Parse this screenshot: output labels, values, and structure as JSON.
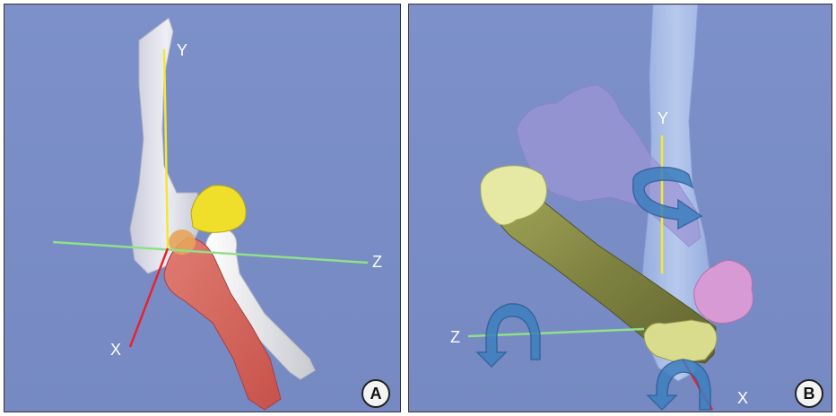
{
  "panels": [
    {
      "id": "A",
      "badge": "A",
      "axes": {
        "x": "X",
        "y": "Y",
        "z": "Z"
      },
      "colors": {
        "background": "#7b8fc8",
        "humerus": "#d9dbe6",
        "radius": "#d9665c",
        "ulna": "#e6e6ea",
        "carpal": "#f0df2a",
        "axis_x": "#e8232f",
        "axis_y": "#f2e833",
        "axis_z": "#8fe08a"
      }
    },
    {
      "id": "B",
      "badge": "B",
      "axes": {
        "x": "X",
        "y": "Y",
        "z": "Z"
      },
      "colors": {
        "background": "#7b8fc8",
        "bone_main": "#8a8f4a",
        "bone_end": "#e6e9a4",
        "ghost_bone": "#a8bfe8",
        "ghost_purple": "#9c95d6",
        "pink_part": "#d89ad4",
        "rotation_arrow": "#3d7fbf",
        "axis_x": "#e8232f",
        "axis_y": "#f2e833",
        "axis_z": "#8fe08a"
      }
    }
  ]
}
